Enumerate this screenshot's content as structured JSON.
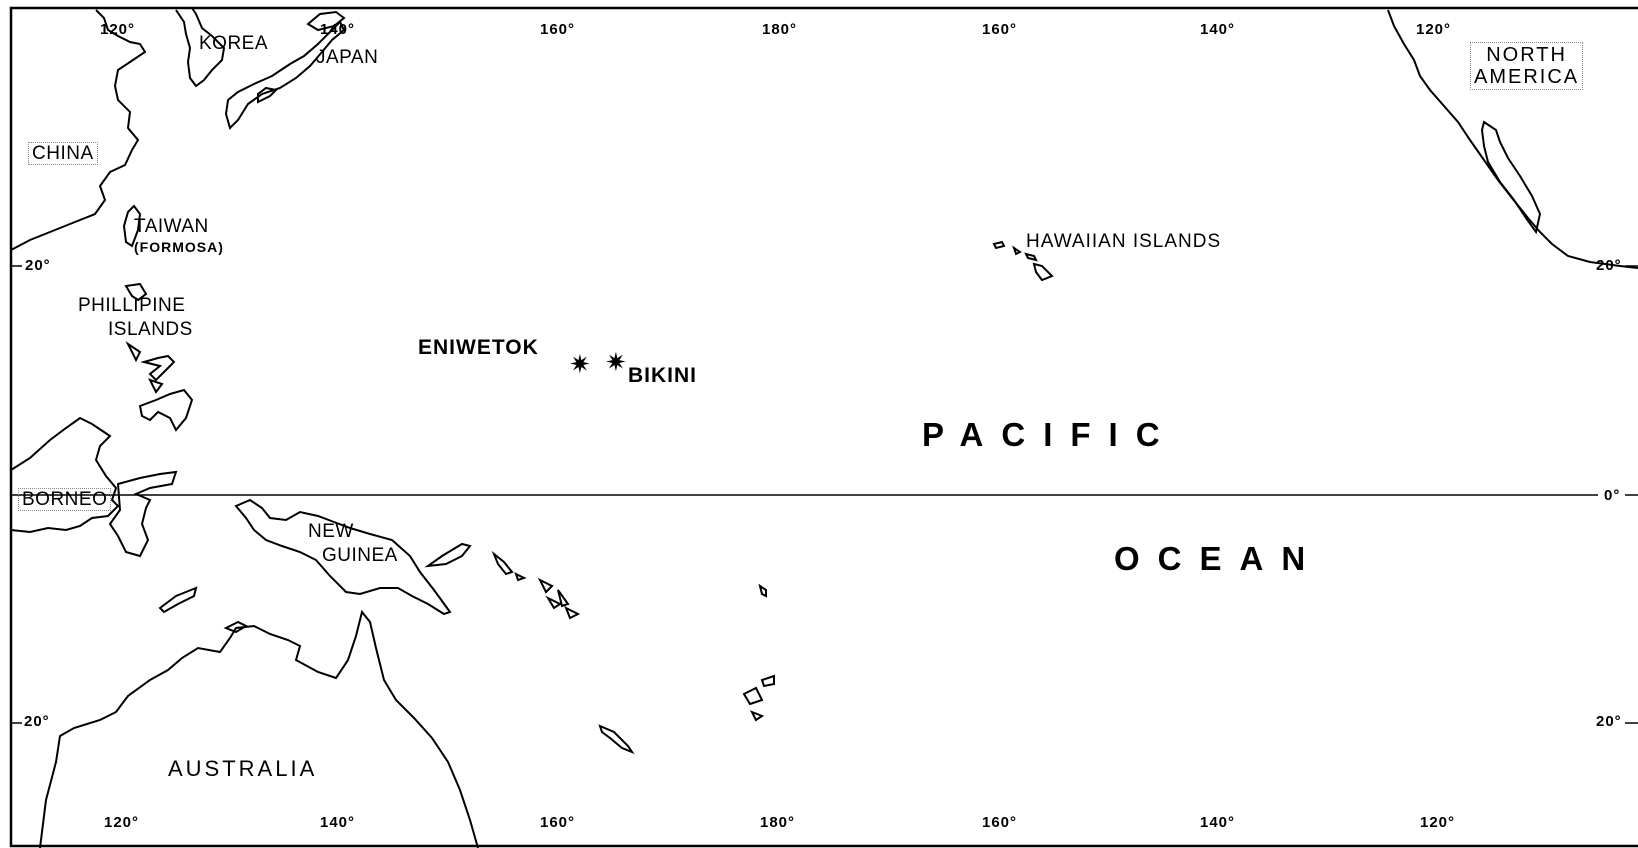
{
  "map": {
    "top_longitudes": [
      "120°",
      "140°",
      "160°",
      "180°",
      "160°",
      "140°",
      "120°"
    ],
    "bottom_longitudes": [
      "120°",
      "140°",
      "160°",
      "180°",
      "160°",
      "140°",
      "120°"
    ],
    "left_latitudes": [
      "20°",
      "20°"
    ],
    "right_latitudes": [
      "20°",
      "0°",
      "20°"
    ],
    "regions": {
      "korea": "KOREA",
      "japan": "JAPAN",
      "china": "CHINA",
      "taiwan": "TAIWAN",
      "formosa": "(FORMOSA)",
      "philippines_line1": "PHILLIPINE",
      "philippines_line2": "ISLANDS",
      "borneo": "BORNEO",
      "new_guinea_line1": "NEW",
      "new_guinea_line2": "GUINEA",
      "australia": "AUSTRALIA",
      "hawaii": "HAWAIIAN ISLANDS",
      "north_america_line1": "NORTH",
      "north_america_line2": "AMERICA"
    },
    "sites": {
      "eniwetok": "ENIWETOK",
      "bikini": "BIKINI"
    },
    "ocean": {
      "line1": "PACIFIC",
      "line2": "OCEAN"
    }
  }
}
